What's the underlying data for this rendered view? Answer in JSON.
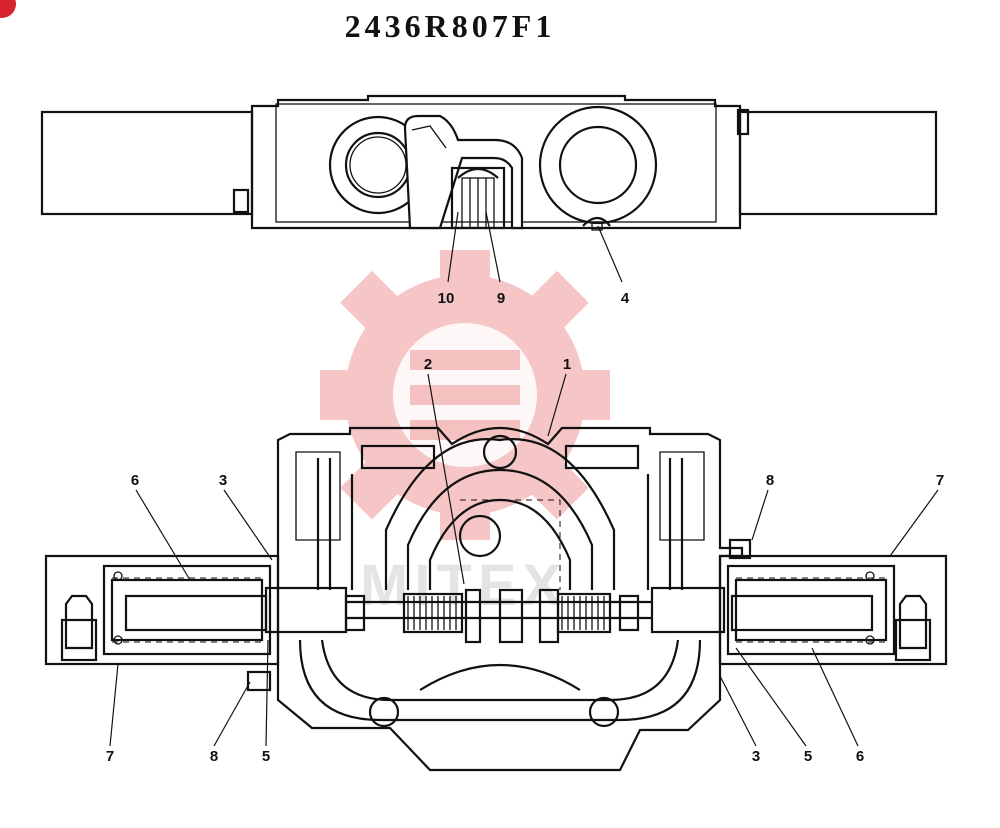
{
  "drawing_number": "2436R807F1",
  "top_view": {
    "labels": [
      "10",
      "9",
      "4"
    ]
  },
  "section_view": {
    "upper_labels": [
      "2",
      "1",
      "6",
      "3",
      "8",
      "7"
    ],
    "lower_labels": [
      "7",
      "8",
      "5",
      "3",
      "5",
      "6"
    ]
  },
  "watermark": {
    "text": "MITEX",
    "color": "#f3b3b3"
  },
  "badge_color": "#d6232e"
}
